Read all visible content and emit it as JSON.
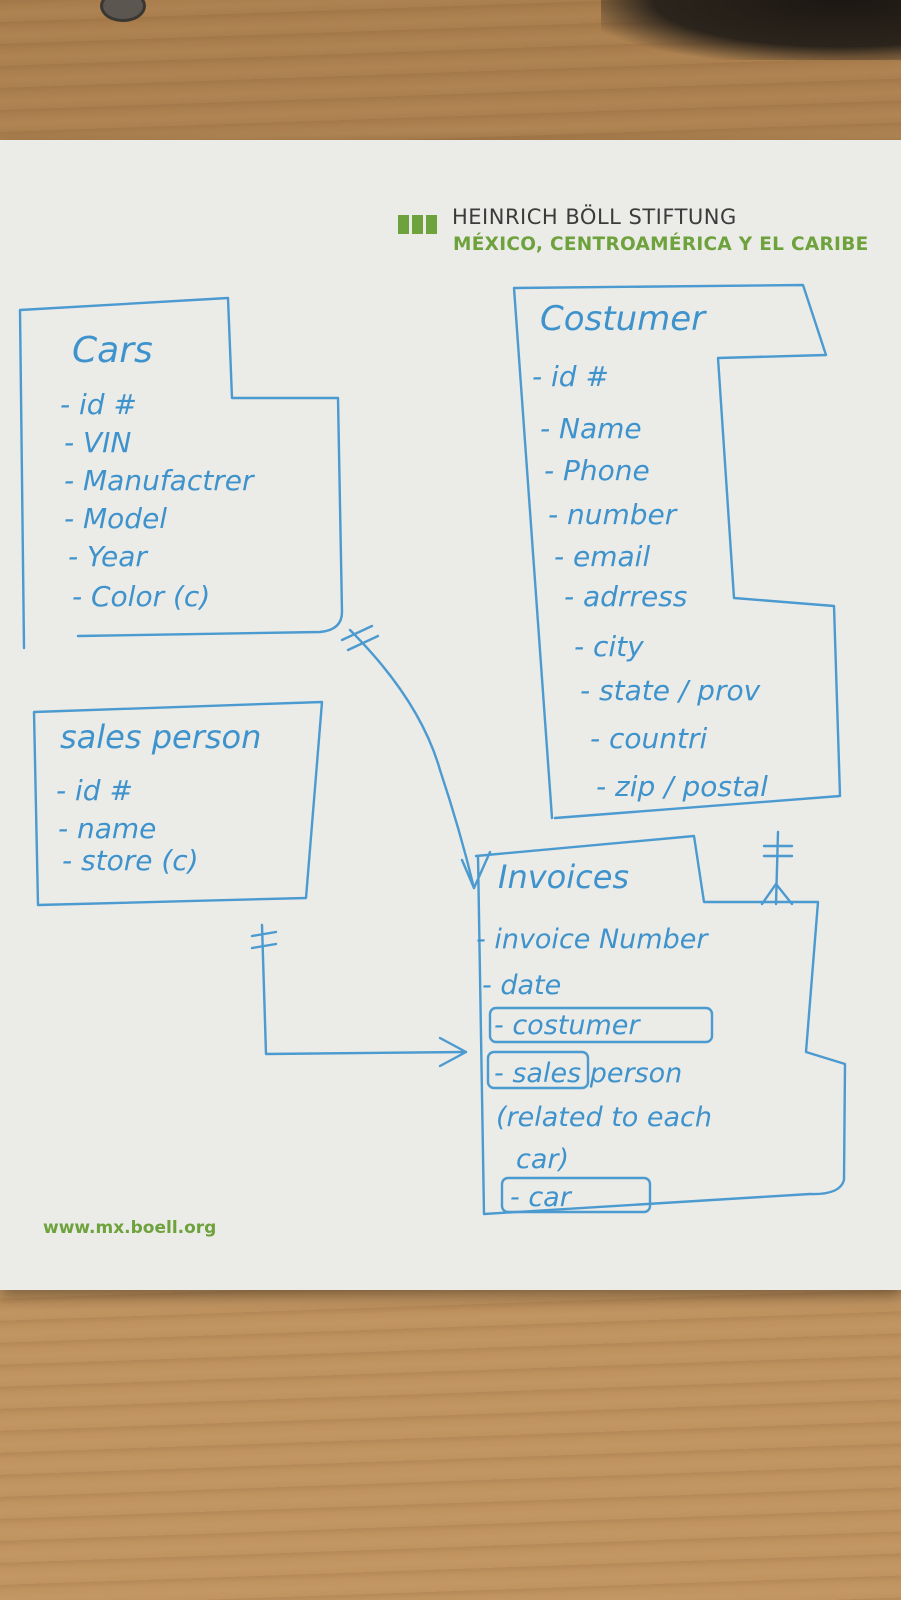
{
  "brand": {
    "name": "HEINRICH BÖLL STIFTUNG",
    "region": "MÉXICO, CENTROAMÉRICA Y EL CARIBE",
    "url": "www.mx.boell.org",
    "color": "#6ea23c"
  },
  "ink_color": "#3f93cc",
  "entities": {
    "cars": {
      "title": "Cars",
      "fields": [
        "- id #",
        "- VIN",
        "- Manufactrer",
        "- Model",
        "- Year",
        "- Color (c)"
      ]
    },
    "sales_person": {
      "title": "sales person",
      "fields": [
        "- id #",
        "- name",
        "- store (c)"
      ]
    },
    "costumer": {
      "title": "Costumer",
      "fields": [
        "- id #",
        "- Name",
        "- Phone",
        "- number",
        "- email",
        "- adrress",
        "- city",
        "- state / prov",
        "- countri",
        "- zip / postal"
      ]
    },
    "invoices": {
      "title": "Invoices",
      "fields": [
        "- invoice Number",
        "- date",
        "- costumer",
        "- sales person",
        "(related to each",
        "car)",
        "- car"
      ]
    }
  }
}
